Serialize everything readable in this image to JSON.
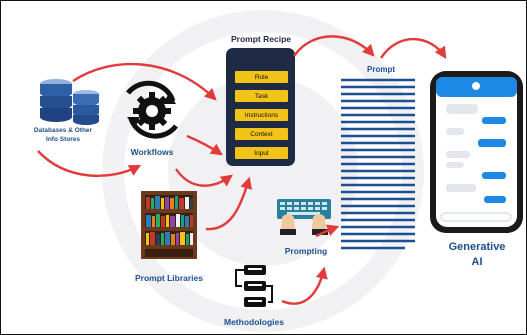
{
  "diagram": {
    "title": "Prompt Recipe",
    "recipe_items": [
      "Role",
      "Task",
      "Instructions",
      "Context",
      "Input"
    ],
    "prompt_label": "Prompt",
    "sources": {
      "databases": "Databases & Other Info Stores",
      "workflows": "Workflows",
      "libraries": "Prompt Libraries",
      "prompting": "Prompting",
      "methodologies": "Methodologies"
    },
    "output": {
      "line1": "Generative",
      "line2": "AI"
    },
    "colors": {
      "navy": "#1f2a44",
      "yellow": "#f2c318",
      "arrow": "#e23b3b",
      "blue_text": "#1d4f91",
      "phone_blue": "#1e88e5"
    },
    "icons": [
      "database-icon",
      "gear-cycle-icon",
      "bookshelf-icon",
      "keyboard-hands-icon",
      "flow-blocks-icon",
      "smartphone-icon"
    ]
  }
}
